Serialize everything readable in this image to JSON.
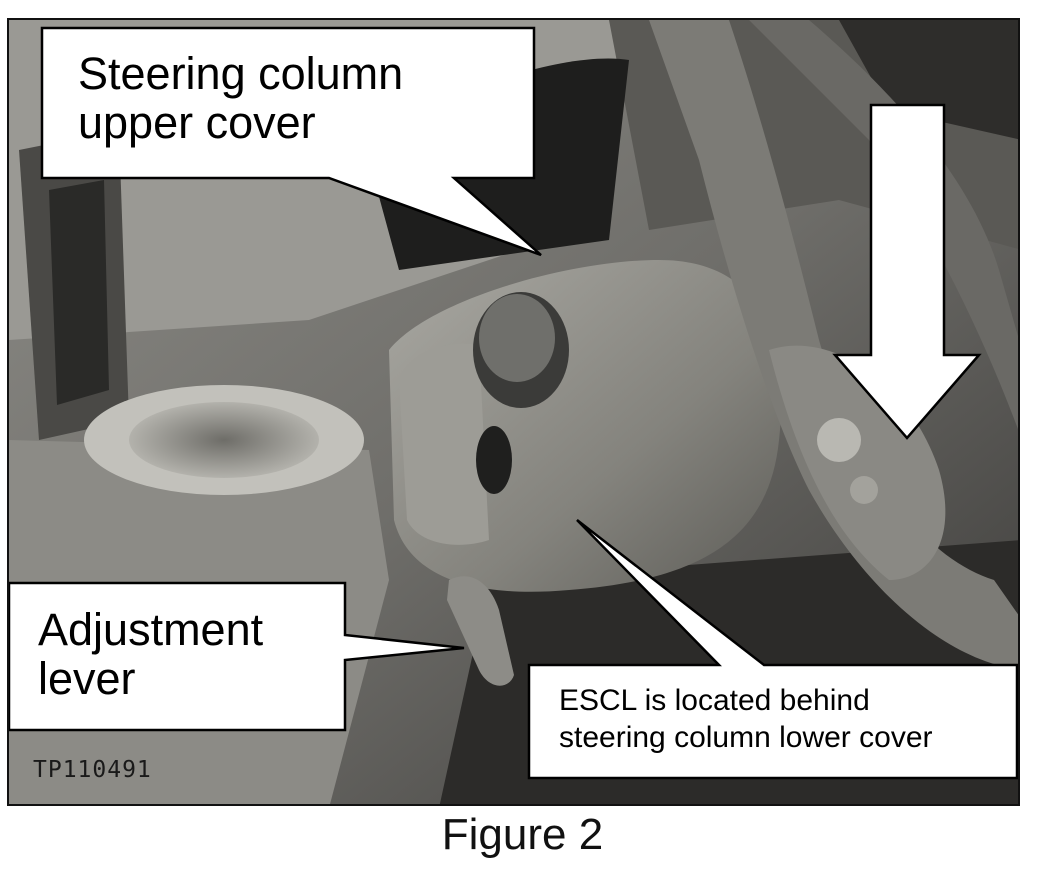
{
  "callouts": {
    "upper_cover": "Steering column\nupper cover",
    "adjustment_lever": "Adjustment\nlever",
    "escl": "ESCL is located behind\nsteering column lower cover"
  },
  "image_code": "TP110491",
  "caption": "Figure 2",
  "colors": {
    "callout_fill": "#ffffff",
    "callout_stroke": "#000000",
    "arrow_fill": "#ffffff",
    "frame_border": "#111111"
  }
}
